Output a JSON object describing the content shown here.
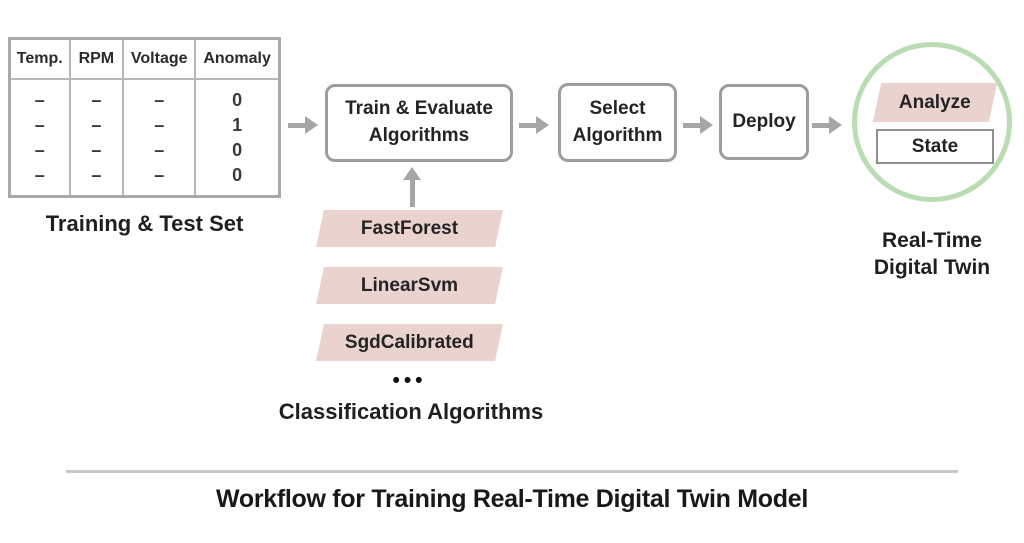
{
  "colors": {
    "pink": "#ead2cf",
    "green": "#b9dcb3",
    "box-border": "#9d9d9d",
    "table-border": "#a9a9a9",
    "table-inner": "#b8b8b8",
    "arrow": "#a6a6a6",
    "state-border": "#8f8f8f",
    "divider": "#c9c9c9",
    "text": "#222222"
  },
  "table": {
    "caption": "Training & Test Set",
    "headers": [
      "Temp.",
      "RPM",
      "Voltage",
      "Anomaly"
    ],
    "rows": [
      [
        "–",
        "–",
        "–",
        "0"
      ],
      [
        "–",
        "–",
        "–",
        "1"
      ],
      [
        "–",
        "–",
        "–",
        "0"
      ],
      [
        "–",
        "–",
        "–",
        "0"
      ]
    ]
  },
  "pipeline": {
    "train_box": {
      "line1": "Train & Evaluate",
      "line2": "Algorithms"
    },
    "select_box": {
      "line1": "Select",
      "line2": "Algorithm"
    },
    "deploy_box": {
      "label": "Deploy"
    }
  },
  "algorithms": {
    "items": [
      "FastForest",
      "LinearSvm",
      "SgdCalibrated"
    ],
    "ellipsis": "•••",
    "caption": "Classification Algorithms"
  },
  "digital_twin": {
    "analyze_label": "Analyze",
    "state_label": "State",
    "caption_line1": "Real-Time",
    "caption_line2": "Digital Twin"
  },
  "footer": {
    "title": "Workflow for Training Real-Time Digital Twin Model"
  }
}
